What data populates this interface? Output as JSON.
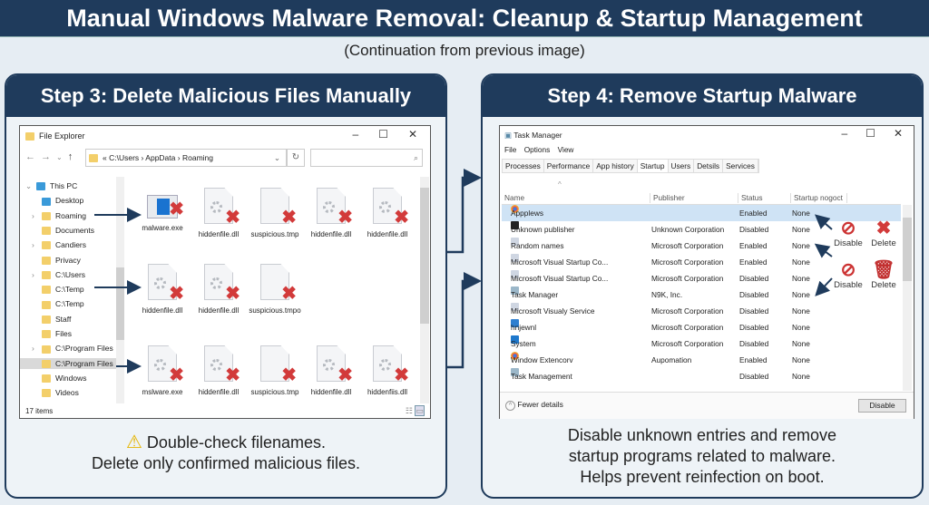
{
  "title": "Manual Windows Malware Removal: Cleanup & Startup Management",
  "subtitle": "(Continuation from previous image)",
  "step3": {
    "heading": "Step 3: Delete Malicious Files Manually",
    "explorer": {
      "window_title": "File Explorer",
      "address": {
        "prefix": "«",
        "parts": [
          "C:\\Users",
          "AppData",
          "Roaming"
        ],
        "sep": "›"
      },
      "nav_items": [
        {
          "label": "This PC",
          "icon": "computer-icon",
          "expand": "⌄"
        },
        {
          "label": "Desktop",
          "icon": "desktop-icon"
        },
        {
          "label": "Roaming",
          "icon": "folder-icon",
          "expand": "›"
        },
        {
          "label": "Documents",
          "icon": "folder-icon"
        },
        {
          "label": "Candiers",
          "icon": "folder-icon",
          "expand": "›"
        },
        {
          "label": "Privacy",
          "icon": "folder-icon"
        },
        {
          "label": "C:\\Users",
          "icon": "folder-icon",
          "expand": "›"
        },
        {
          "label": "C:\\Temp",
          "icon": "folder-icon"
        },
        {
          "label": "C:\\Temp",
          "icon": "folder-icon"
        },
        {
          "label": "Staff",
          "icon": "folder-icon"
        },
        {
          "label": "Files",
          "icon": "folder-icon"
        },
        {
          "label": "C:\\Program Files",
          "icon": "folder-icon",
          "expand": "›"
        },
        {
          "label": "C:\\Program Files",
          "icon": "folder-icon",
          "selected": true
        },
        {
          "label": "Windows",
          "icon": "folder-icon"
        },
        {
          "label": "Videos",
          "icon": "folder-icon"
        }
      ],
      "file_rows": [
        [
          "malware.exe",
          "hiddenfile.dll",
          "suspicious.tmp",
          "hiddenfile.dll",
          "hiddenfile.dll"
        ],
        [
          "hiddenfile.dll",
          "hiddenfile.dll",
          "suspicious.tmpo"
        ],
        [
          "mslware.exe",
          "hiddenfile.dll",
          "suspicious.tmp",
          "hiddenfile.dll",
          "hiddenfiis.dll"
        ]
      ],
      "status": "17 items"
    },
    "warning_icon": "warning-icon",
    "note_lines": [
      "Double-check filenames.",
      "Delete only confirmed malicious files."
    ]
  },
  "step4": {
    "heading": "Step 4: Remove Startup Malware",
    "taskmgr": {
      "window_title": "Task Manager",
      "menu": [
        "File",
        "Options",
        "View"
      ],
      "tabs": [
        "Processes",
        "Performance",
        "App history",
        "Startup",
        "Users",
        "Detsils",
        "Services"
      ],
      "active_tab": "Startup",
      "columns": [
        "Name",
        "Publisher",
        "Status",
        "Startup nogoct"
      ],
      "rows": [
        {
          "name": "Appplews",
          "publisher": "",
          "status": "Enabled",
          "impact": "None",
          "icon": "chrome-icon",
          "selected": true
        },
        {
          "name": "Unknown publisher",
          "publisher": "Unknown Corporation",
          "status": "Disabled",
          "impact": "None",
          "icon": "black-square-icon"
        },
        {
          "name": "Random names",
          "publisher": "Microsoft Corporation",
          "status": "Enabled",
          "impact": "None",
          "icon": "app-icon"
        },
        {
          "name": "Microsoft Visual Startup Co...",
          "publisher": "Microsoft Corporation",
          "status": "Enabled",
          "impact": "None",
          "icon": "app-icon"
        },
        {
          "name": "Microsoft Visual Startup Co...",
          "publisher": "Microsoft Corporation",
          "status": "Disabled",
          "impact": "None",
          "icon": "app-icon"
        },
        {
          "name": "Task Manager",
          "publisher": "N9K, Inc.",
          "status": "Disabled",
          "impact": "None",
          "icon": "taskmgr-icon"
        },
        {
          "name": "Microsoft Visualy Service",
          "publisher": "Microsoft Corporation",
          "status": "Disabled",
          "impact": "None",
          "icon": "app-icon"
        },
        {
          "name": "hnjewnl",
          "publisher": "Microsoft Corporation",
          "status": "Disabled",
          "impact": "None",
          "icon": "gear-app-icon"
        },
        {
          "name": "System",
          "publisher": "Microsoft Corporation",
          "status": "Disabled",
          "impact": "None",
          "icon": "blue-square-icon"
        },
        {
          "name": "Window Extencorv",
          "publisher": "Aupomation",
          "status": "Enabled",
          "impact": "None",
          "icon": "chrome-icon"
        },
        {
          "name": "Task Management",
          "publisher": "",
          "status": "Disabled",
          "impact": "None",
          "icon": "taskmgr-icon"
        }
      ],
      "fewer_details": "Fewer details",
      "disable_button": "Disable"
    },
    "actions": [
      {
        "disable": "Disable",
        "delete": "Delete",
        "delete_icon": "x-icon"
      },
      {
        "disable": "Disable",
        "delete": "Delete",
        "delete_icon": "trash-icon"
      }
    ],
    "note_lines": [
      "Disable unknown entries and remove",
      "startup programs related to malware.",
      "Helps prevent reinfection on boot."
    ]
  },
  "colors": {
    "navy": "#1f3b5c",
    "red": "#d23a3a",
    "background": "#e6edf3"
  }
}
